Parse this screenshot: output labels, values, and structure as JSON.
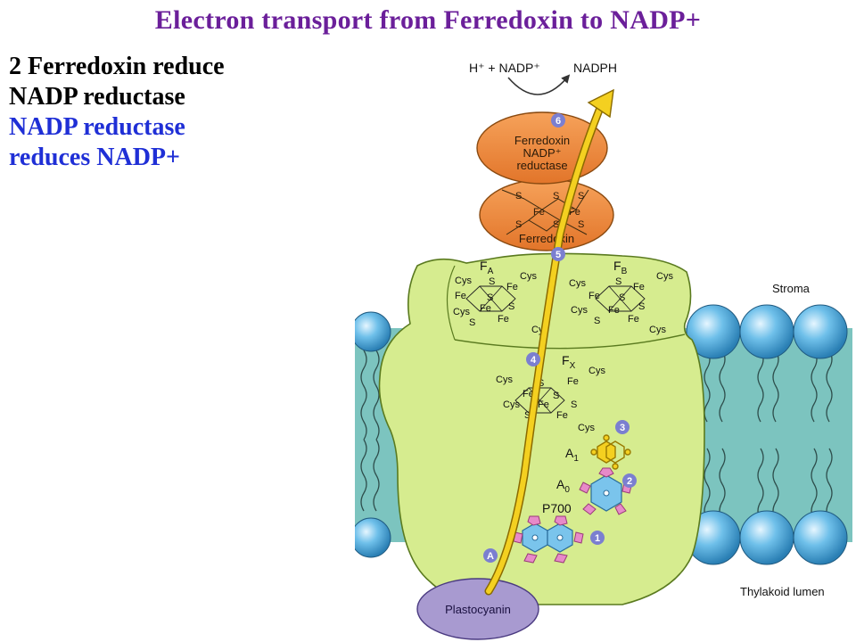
{
  "slide": {
    "title": "Electron transport from Ferredoxin to NADP+",
    "title_color": "#6b1f9a",
    "bullets": [
      {
        "text": "2 Ferredoxin reduce",
        "color": "#000000"
      },
      {
        "text": "NADP reductase",
        "color": "#000000"
      },
      {
        "text": "NADP reductase",
        "color": "#1f2fd6"
      },
      {
        "text": "reduces NADP+",
        "color": "#1f2fd6"
      }
    ]
  },
  "figure": {
    "reaction": {
      "left": "H⁺ + NADP⁺",
      "right": "NADPH"
    },
    "fnr_label": [
      "Ferredoxin",
      "NADP⁺",
      "reductase"
    ],
    "ferredoxin_label": "Ferredoxin",
    "ferredoxin_cluster": {
      "s": "S",
      "fe": "Fe"
    },
    "fa_label": "F",
    "fa_sub": "A",
    "fb_label": "F",
    "fb_sub": "B",
    "fx_label": "F",
    "fx_sub": "X",
    "a1_label": "A",
    "a1_sub": "1",
    "a0_label": "A",
    "a0_sub": "0",
    "p700_label": "P700",
    "stroma_label": "Stroma",
    "lumen_label": "Thylakoid lumen",
    "plastocyanin_label": "Plastocyanin",
    "steps": [
      "6",
      "5",
      "4",
      "3",
      "2",
      "1",
      "A"
    ],
    "cluster_atoms": {
      "cys": "Cys",
      "s": "S",
      "fe": "Fe"
    },
    "colors": {
      "protein": "#d6ec8f",
      "protein_stroke": "#5a7a1f",
      "ferredoxin": "#f08a3a",
      "membrane": "#7cc4bf",
      "lipid_head": "#4fa6d6",
      "plastocyanin": "#a89ad0",
      "arrow": "#f4d020",
      "step_circle": "#7b7fd0"
    }
  }
}
